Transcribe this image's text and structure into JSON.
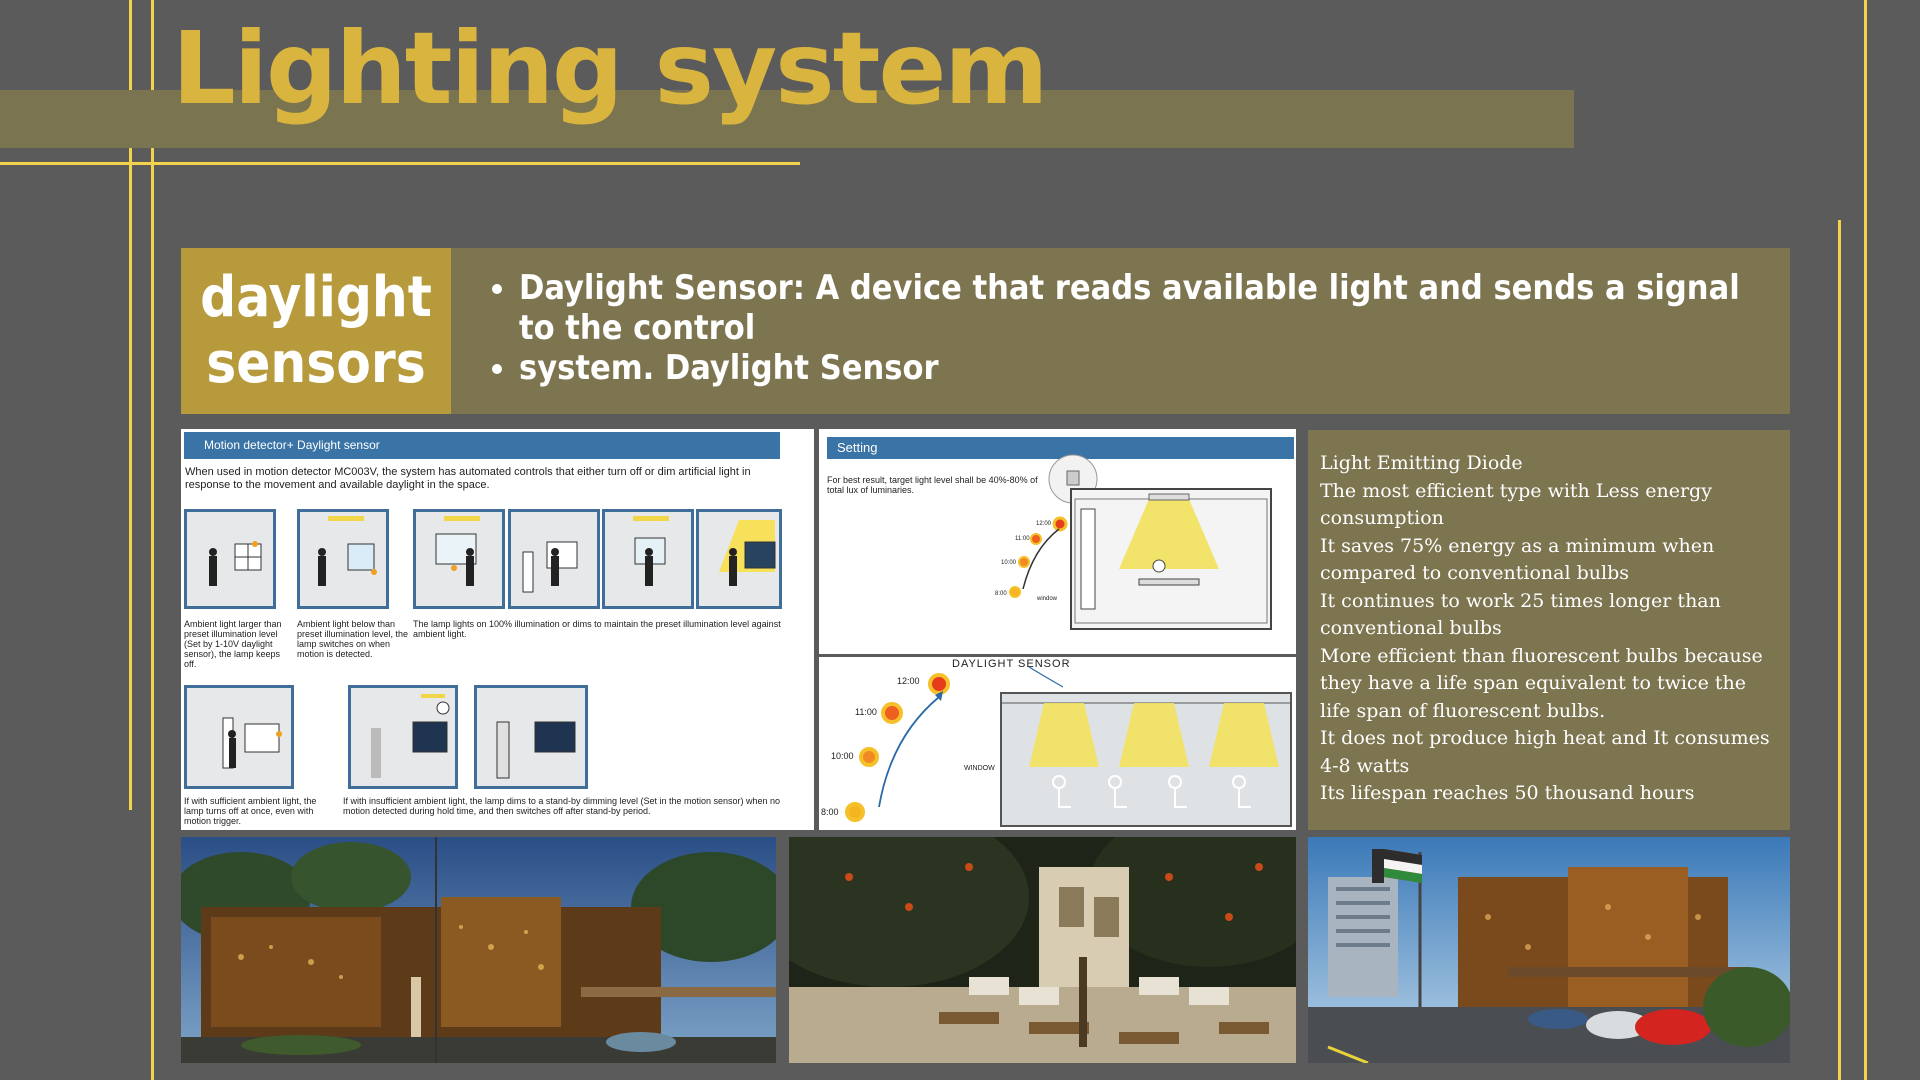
{
  "title": "Lighting system",
  "label": {
    "line1": "daylight",
    "line2": "sensors"
  },
  "definition": {
    "bullet1": "Daylight Sensor: A device that reads available light and sends a signal to the control",
    "bullet2": "system. Daylight Sensor"
  },
  "led_paragraphs": [
    "Light Emitting Diode",
    "The most efficient type with Less energy consumption",
    "It saves 75% energy as a minimum when compared to conventional bulbs",
    "It continues to work 25 times longer than conventional bulbs",
    "More efficient than fluorescent bulbs because they have a life span equivalent to twice the life span of fluorescent bulbs.",
    "It does not produce high heat and It consumes 4-8 watts",
    "Its lifespan reaches 50 thousand hours"
  ],
  "motion_panel": {
    "header": "Motion detector+ Daylight sensor",
    "intro": "When used in motion detector MC003V, the system has automated controls that either turn off or dim artificial light in response to the movement and available daylight in the space.",
    "cap1": "Ambient light larger than preset illumination level (Set by 1-10V daylight sensor), the lamp keeps off.",
    "cap2": "Ambient light below than preset illumination level, the lamp switches on when motion is detected.",
    "cap3": "The lamp lights on 100% illumination or dims to maintain the preset illumination level against ambient light.",
    "cap4": "If with sufficient ambient light, the lamp turns off at once, even with motion trigger.",
    "cap5": "If with insufficient ambient light, the lamp dims to a stand-by dimming level (Set in the motion sensor) when no motion detected during hold time, and then switches off after stand-by period."
  },
  "setting_panel": {
    "header": "Setting",
    "note": "For best result, target light level shall be 40%-80% of total lux of luminaries.",
    "times": [
      "12:00",
      "11:00",
      "10:00",
      "8:00"
    ],
    "window": "window"
  },
  "daylight_panel": {
    "header": "DAYLIGHT SENSOR",
    "times": [
      "12:00",
      "11:00",
      "10:00",
      "8:00"
    ],
    "window": "WINDOW"
  },
  "colors": {
    "background": "#5b5b5b",
    "accent_line": "#f3d24c",
    "title": "#d9b53f",
    "label_box": "#b79a3c",
    "text_box": "#7d7450"
  }
}
